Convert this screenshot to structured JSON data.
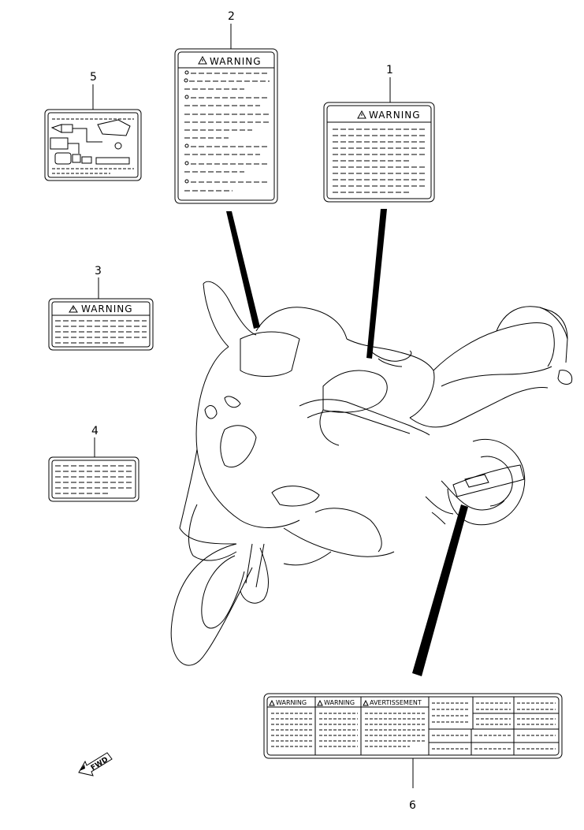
{
  "callouts": {
    "c1": "1",
    "c2": "2",
    "c3": "3",
    "c4": "4",
    "c5": "5",
    "c6": "6"
  },
  "labels": {
    "warning_1": "WARNING",
    "warning_2": "WARNING",
    "warning_3": "WARNING",
    "warning_6a": "WARNING",
    "warning_6b": "WARNING",
    "avertissement_6": "AVERTISSEMENT"
  },
  "fwd": "FWD"
}
